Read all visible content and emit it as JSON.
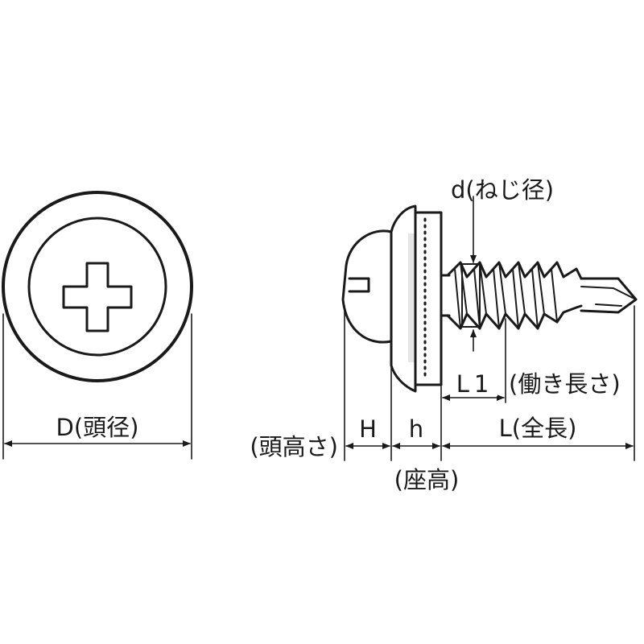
{
  "labels": {
    "head_diameter": "D(頭径)",
    "head_height_symbol": "H",
    "head_height_name": "(頭高さ)",
    "seat_height_symbol": "h",
    "seat_height_name": "(座高)",
    "thread_diameter": "d(ねじ径)",
    "working_length_symbol": "L1",
    "working_length_name": "(働き長さ)",
    "total_length": "L(全長)"
  },
  "colors": {
    "line": "#1a1a1a",
    "background": "#ffffff",
    "washer_gap": "#e6e6e6"
  }
}
